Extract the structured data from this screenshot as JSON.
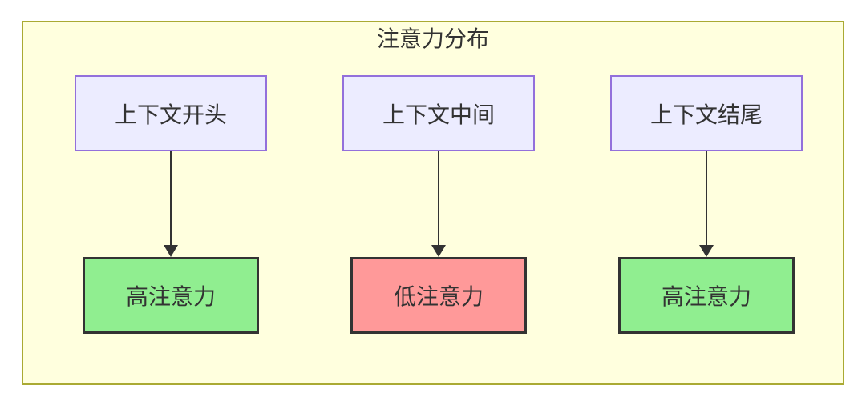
{
  "diagram": {
    "type": "flowchart",
    "title": "注意力分布",
    "columns": [
      {
        "source": "上下文开头",
        "target": "高注意力",
        "attention": "high"
      },
      {
        "source": "上下文中间",
        "target": "低注意力",
        "attention": "low"
      },
      {
        "source": "上下文结尾",
        "target": "高注意力",
        "attention": "high"
      }
    ],
    "colors": {
      "page_background": "#ffffff",
      "container_fill": "#ffffde",
      "container_border": "#aaaa33",
      "source_node_fill": "#ececff",
      "source_node_border": "#9370db",
      "high_attention_fill": "#90ee90",
      "low_attention_fill": "#ff9999",
      "dark_node_border": "#333333",
      "arrow_color": "#333333",
      "text_color": "#333333"
    }
  }
}
